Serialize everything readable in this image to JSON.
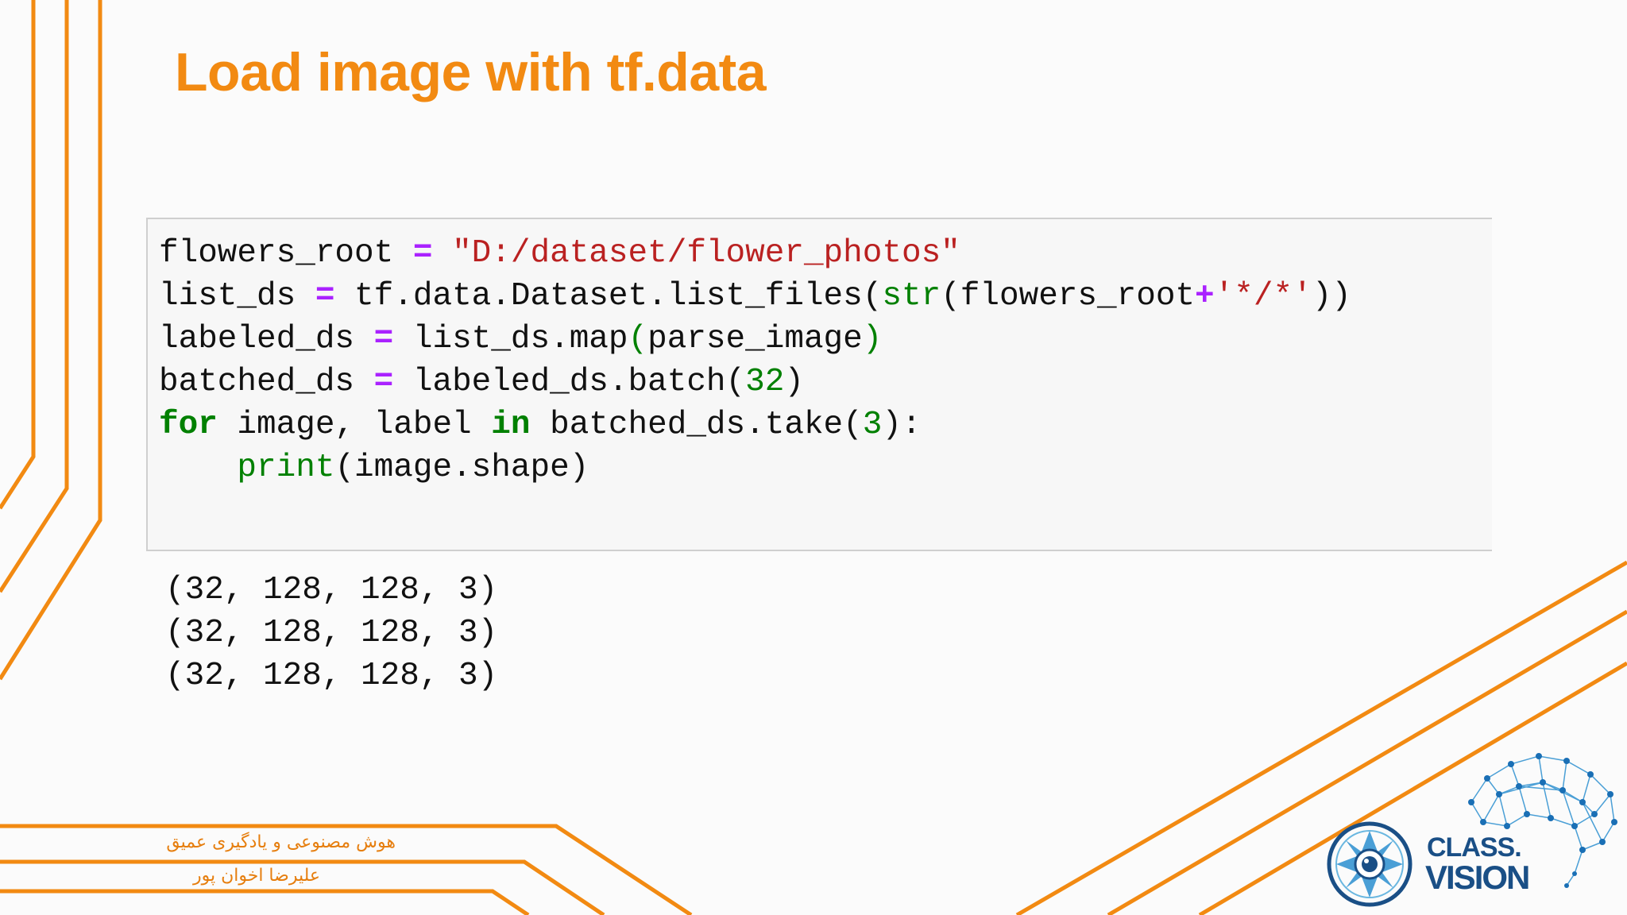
{
  "slide": {
    "title": "Load image with tf.data"
  },
  "code": {
    "line1": {
      "a": "flowers_root ",
      "op": "=",
      "sp": " ",
      "str": "\"D:/dataset/flower_photos\""
    },
    "line2": {
      "a": "list_ds ",
      "op": "=",
      "b": " tf.data.Dataset.list_files(",
      "bi": "str",
      "c": "(flowers_root",
      "plus": "+",
      "str": "'*/*'",
      "d": "))"
    },
    "line3": {
      "a": "labeled_ds ",
      "op": "=",
      "b": " list_ds.map",
      "p1": "(",
      "c": "parse_image",
      "p2": ")"
    },
    "line4": {
      "a": "batched_ds ",
      "op": "=",
      "b": " labeled_ds.batch(",
      "num": "32",
      "c": ")"
    },
    "line5": {
      "kw1": "for",
      "a": " image, label ",
      "kw2": "in",
      "b": " batched_ds.take(",
      "num": "3",
      "c": "):"
    },
    "line6": {
      "indent": "    ",
      "bi": "print",
      "a": "(image.shape)"
    }
  },
  "output": [
    "(32, 128, 128, 3)",
    "(32, 128, 128, 3)",
    "(32, 128, 128, 3)"
  ],
  "footer": {
    "line1": "هوش مصنوعی و یادگیری عمیق",
    "line2": "علیرضا اخوان پور"
  },
  "logo": {
    "class_text": "CLASS.",
    "vision_text": "VISION"
  },
  "colors": {
    "accent": "#f28a12",
    "string": "#ba2121",
    "operator": "#aa22ff",
    "keyword": "#008000",
    "logo_blue": "#1a4f86"
  }
}
